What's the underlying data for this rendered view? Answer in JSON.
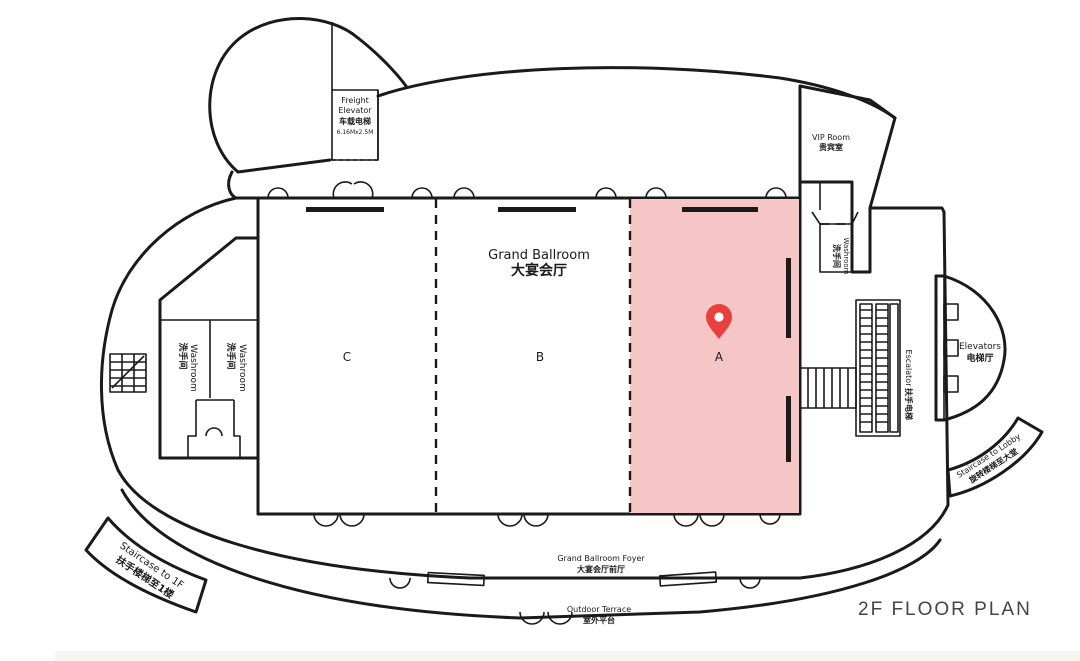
{
  "title": "2F FLOOR PLAN",
  "highlight_color": "#f6c6c6",
  "marker_color": "#e8403f",
  "freight_elevator": {
    "name_en_1": "Freight",
    "name_en_2": "Elevator",
    "name_zh": "车载电梯",
    "size": "6.16Mx2.5M"
  },
  "vip_room": {
    "name_en": "VIP Room",
    "name_zh": "贵宾室"
  },
  "grand_ballroom": {
    "name_en": "Grand Ballroom",
    "name_zh": "大宴会厅",
    "sections": [
      {
        "label": "C"
      },
      {
        "label": "B"
      },
      {
        "label": "A",
        "highlighted": true
      }
    ]
  },
  "washrooms": [
    {
      "name_en": "Washroom",
      "name_zh": "洗手间"
    },
    {
      "name_en": "Washroom",
      "name_zh": "洗手间"
    },
    {
      "name_en": "Washroom",
      "name_zh": "洗手间"
    }
  ],
  "escalator": {
    "name_en": "Escalator",
    "name_zh": "扶手电梯"
  },
  "elevators": {
    "name_en": "Elevators",
    "name_zh": "电梯厅"
  },
  "staircase_lobby": {
    "name_en": "Staircase to Lobby",
    "name_zh": "旋转楼梯至大堂"
  },
  "staircase_1f": {
    "name_en": "Staircase to 1F",
    "name_zh": "扶手楼梯至1楼"
  },
  "foyer": {
    "name_en": "Grand Ballroom Foyer",
    "name_zh": "大宴会厅前厅"
  },
  "terrace": {
    "name_en": "Outdoor Terrace",
    "name_zh": "室外平台"
  }
}
